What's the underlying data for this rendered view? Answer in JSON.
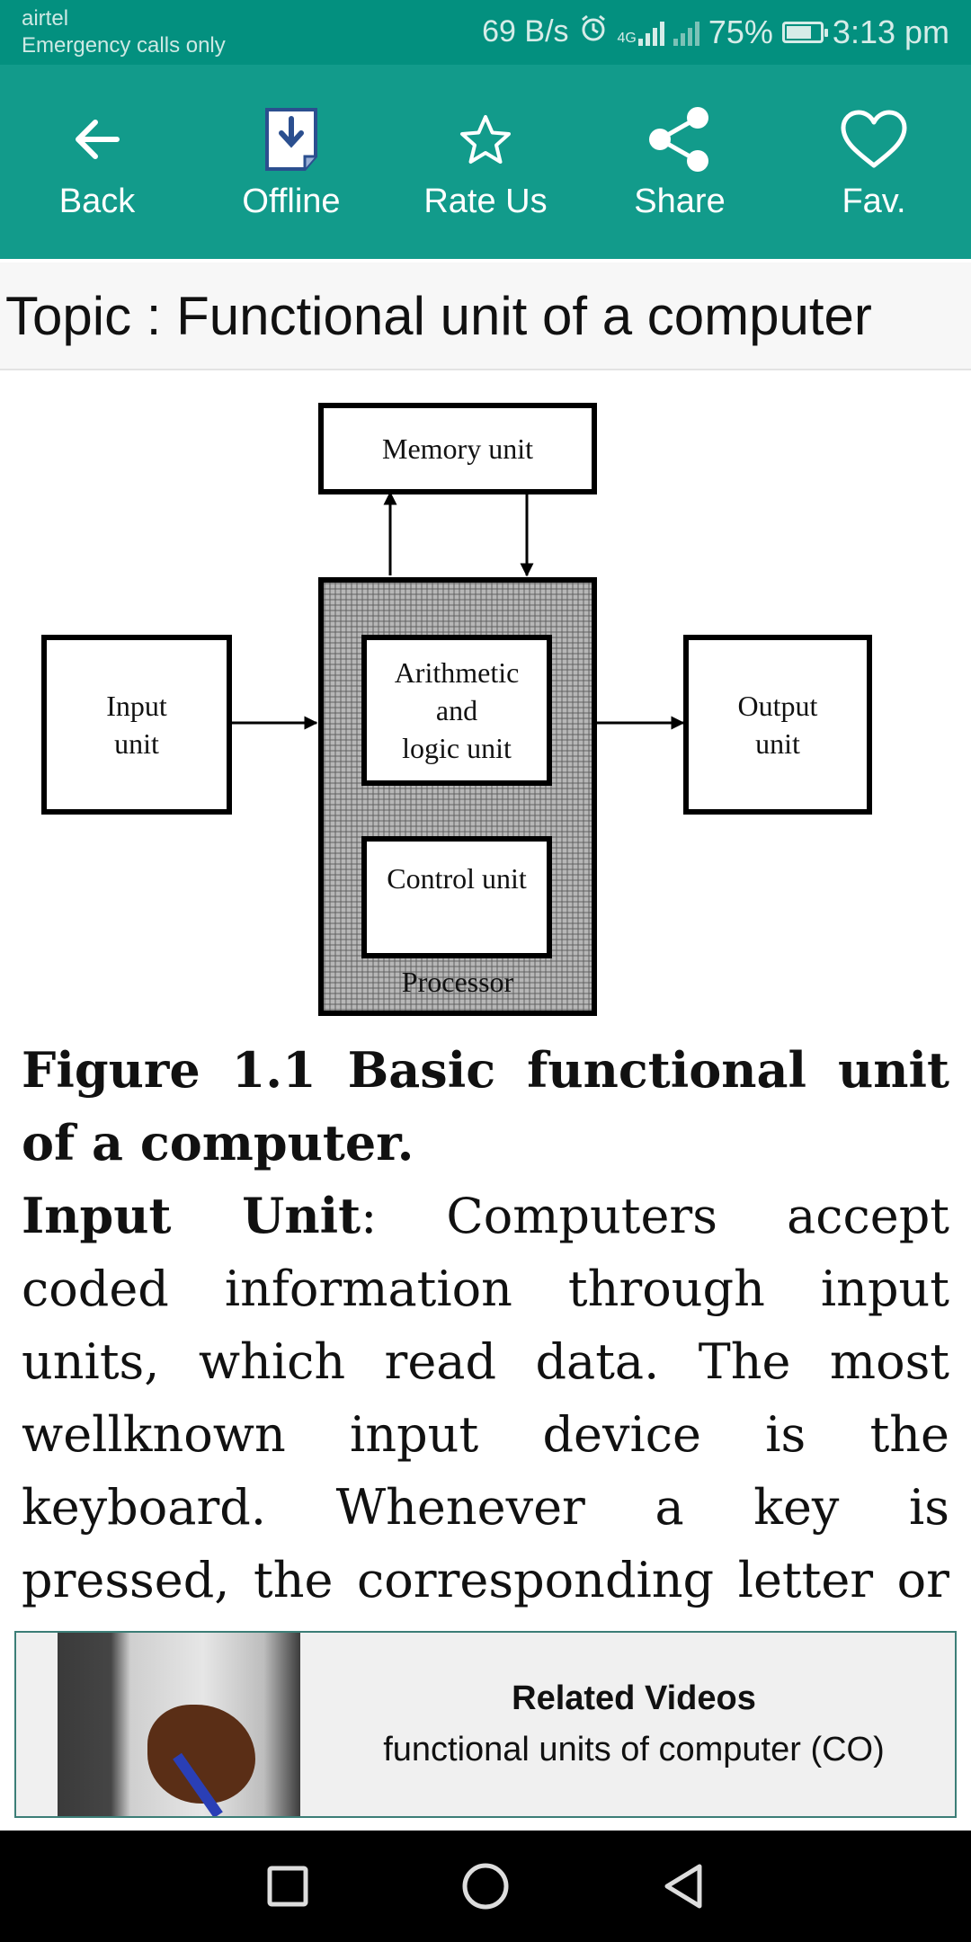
{
  "status_bar": {
    "carrier": "airtel",
    "emergency": "Emergency calls only",
    "speed": "69 B/s",
    "network_type": "4G",
    "battery": "75%",
    "battery_level": 0.75,
    "time": "3:13 pm"
  },
  "toolbar": {
    "back_label": "Back",
    "offline_label": "Offline",
    "rate_label": "Rate Us",
    "share_label": "Share",
    "fav_label": "Fav."
  },
  "topic": {
    "title": "Topic : Functional unit of a computer"
  },
  "diagram": {
    "memory_unit": "Memory unit",
    "input_unit_line1": "Input",
    "input_unit_line2": "unit",
    "alu_line1": "Arithmetic",
    "alu_line2": "and",
    "alu_line3": "logic unit",
    "control_unit": "Control unit",
    "output_unit_line1": "Output",
    "output_unit_line2": "unit",
    "processor": "Processor"
  },
  "article": {
    "figure_caption": "Figure 1.1 Basic functional unit of a computer.",
    "input_unit_heading": "Input Unit",
    "input_unit_text": ": Computers accept coded information through input units, which read data. The most wellknown input device is the keyboard. Whenever a key is pressed, the corresponding letter or digit is automatically translated into its"
  },
  "related": {
    "title": "Related Videos",
    "subtitle": "functional units of computer (CO)"
  },
  "colors": {
    "status_bar": "#03907f",
    "toolbar": "#129b8b",
    "card_border": "#3c7e77"
  }
}
